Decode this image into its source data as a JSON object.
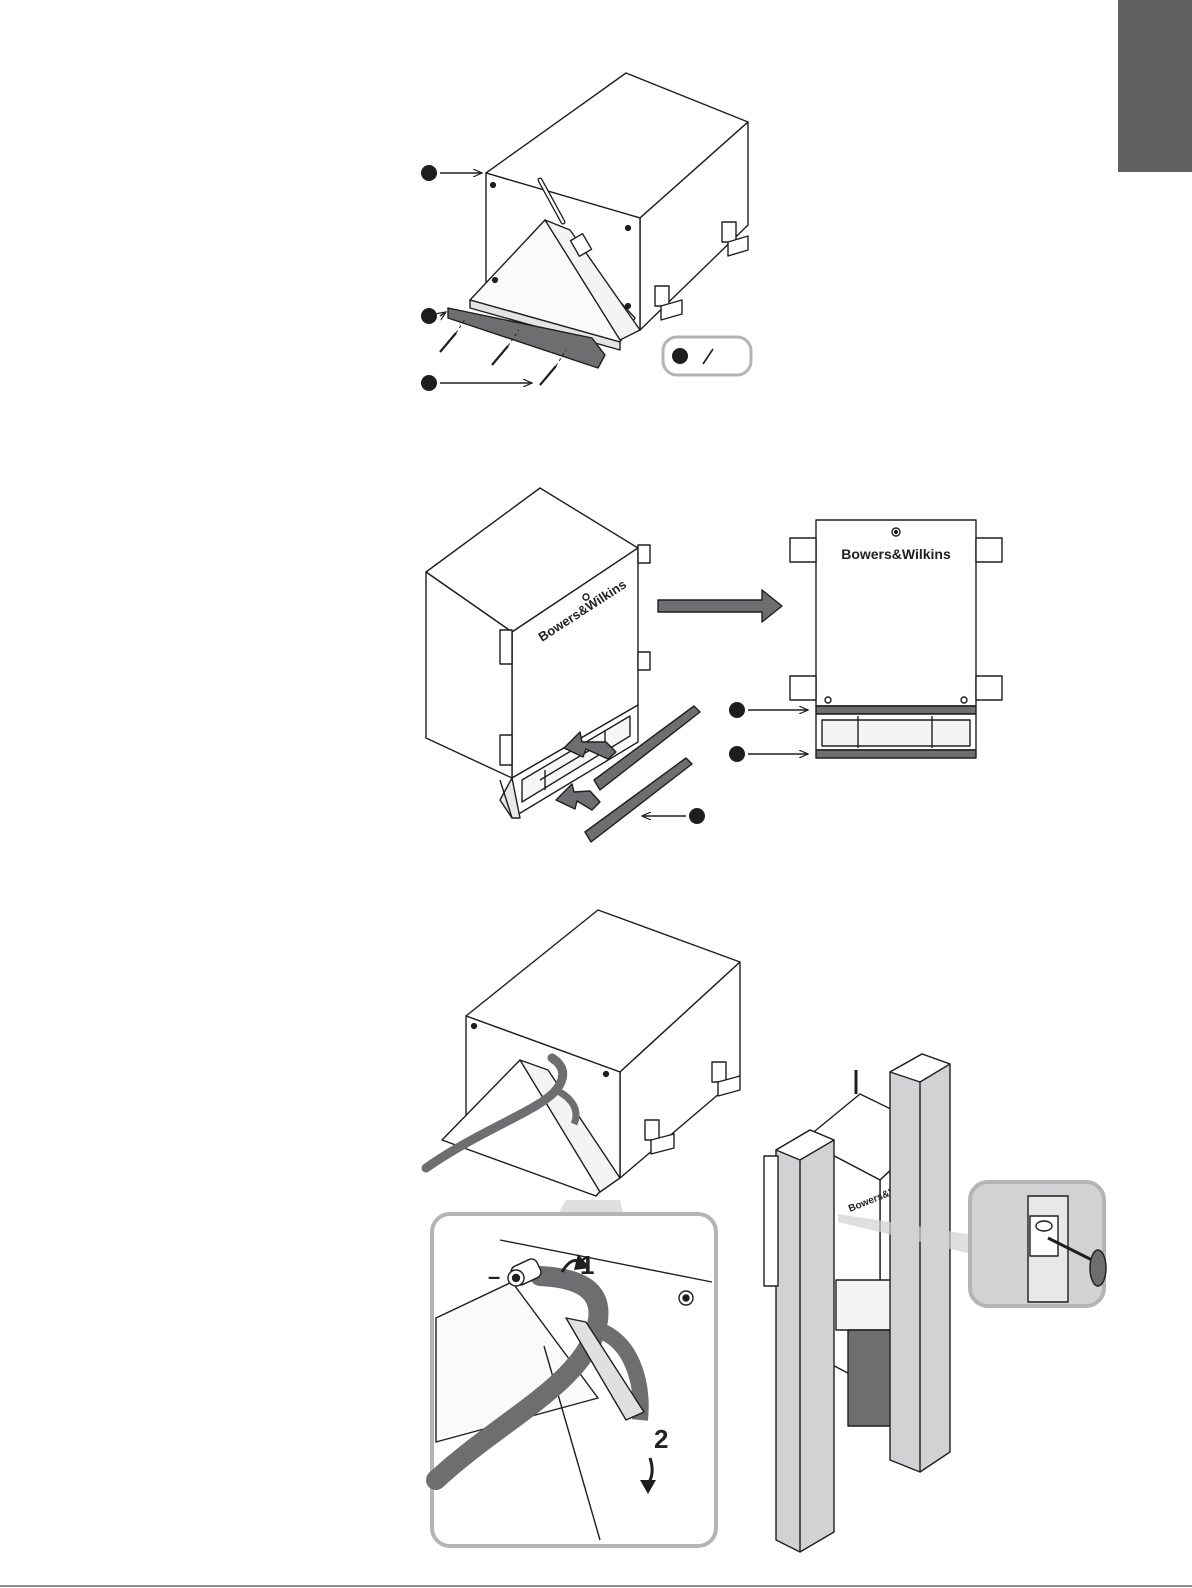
{
  "page": {
    "tab_color": "#606062",
    "line_color": "#1e1e1e",
    "grey_part": "#6e6e70",
    "light_part": "#c8c8ca",
    "callout_border": "#b4b4b6"
  },
  "figure2": {
    "brand_label_left": "Bowers&Wilkins",
    "brand_label_right": "Bowers&Wilkins"
  },
  "figure3": {
    "step_1_label": "1",
    "step_2_label": "2",
    "polarity_label": "–",
    "brand_label_wall": "Bowers&Wilkins"
  }
}
